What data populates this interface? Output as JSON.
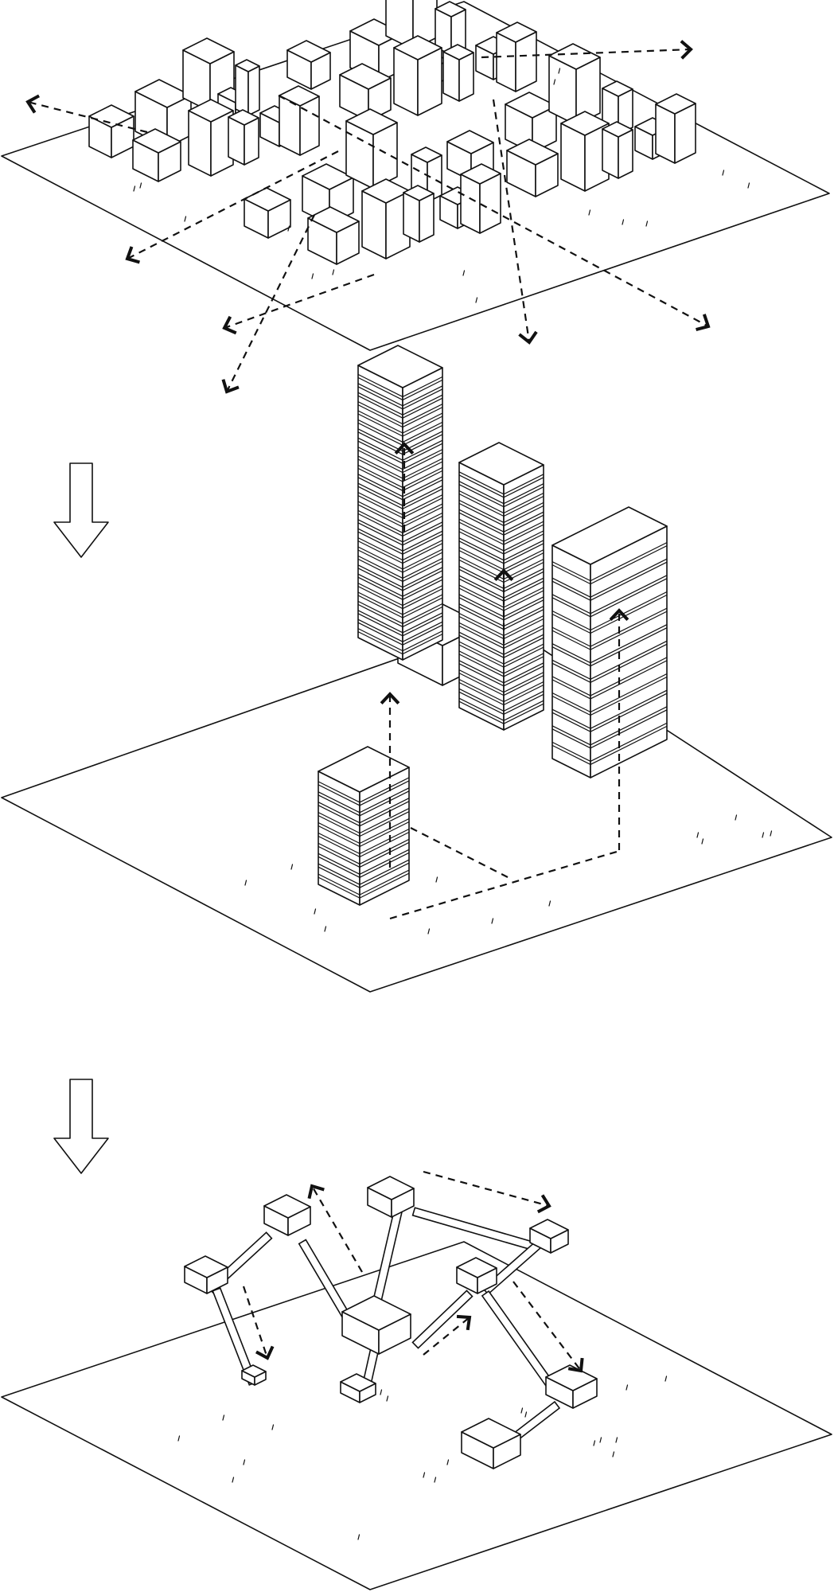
{
  "diagram": {
    "panels": [
      {
        "id": "dense-grid-city",
        "stage": 1
      },
      {
        "id": "vertical-towers",
        "stage": 2
      },
      {
        "id": "linked-nodes-network",
        "stage": 3
      }
    ],
    "transition_arrows": 2,
    "colors": {
      "line": "#111111",
      "background": "#ffffff"
    }
  }
}
